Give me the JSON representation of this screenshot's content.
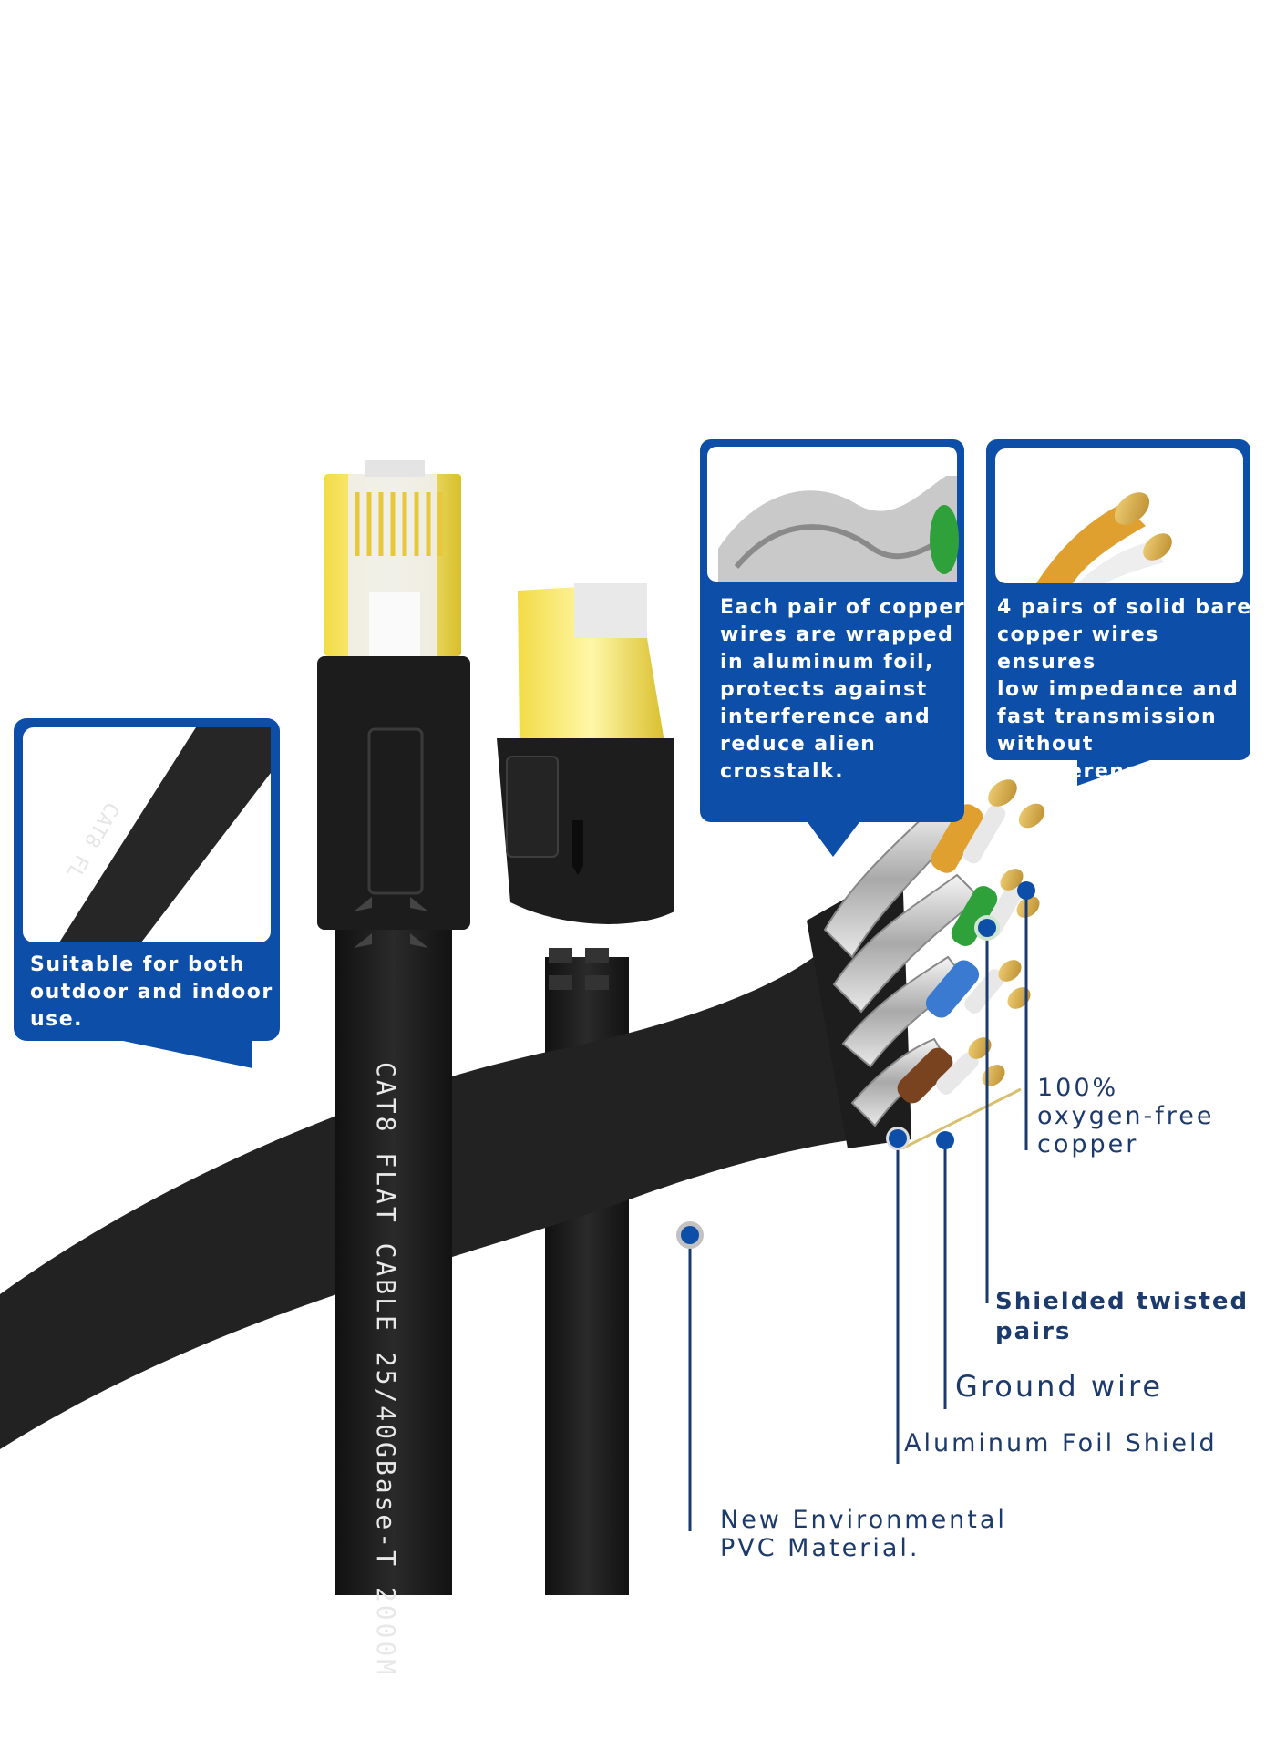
{
  "callouts": {
    "outdoor": {
      "lines": [
        "Suitable for both",
        "outdoor and indoor",
        "use."
      ],
      "inset_print": "CAT8 FL"
    },
    "foil": {
      "lines": [
        "Each pair of copper",
        "wires are wrapped",
        "in aluminum foil,",
        "protects against",
        "interference and",
        "reduce alien",
        "crosstalk."
      ]
    },
    "copper": {
      "lines": [
        "4 pairs of solid bare",
        "copper wires ensures",
        "low impedance and",
        "fast transmission",
        "without interference."
      ]
    }
  },
  "labels": {
    "oxygen_free": [
      "100%",
      "oxygen-free",
      "copper"
    ],
    "shielded_pairs": [
      "Shielded twisted",
      "pairs"
    ],
    "ground_wire": "Ground wire",
    "foil_shield": "Aluminum Foil Shield",
    "pvc": [
      "New Environmental",
      "PVC Material."
    ]
  },
  "cable_print": "CAT8 FLAT CABLE 25/40GBase-T 2000M",
  "colors": {
    "callout_blue": "#0d4fa8",
    "label_navy": "#1c3a6b",
    "cable_black": "#1a1a1a",
    "connector_gold": "#e8d24a",
    "pair_orange": "#e0a030",
    "pair_green": "#2fa13a",
    "pair_blue": "#3a7ad0",
    "pair_brown": "#7a4320"
  }
}
